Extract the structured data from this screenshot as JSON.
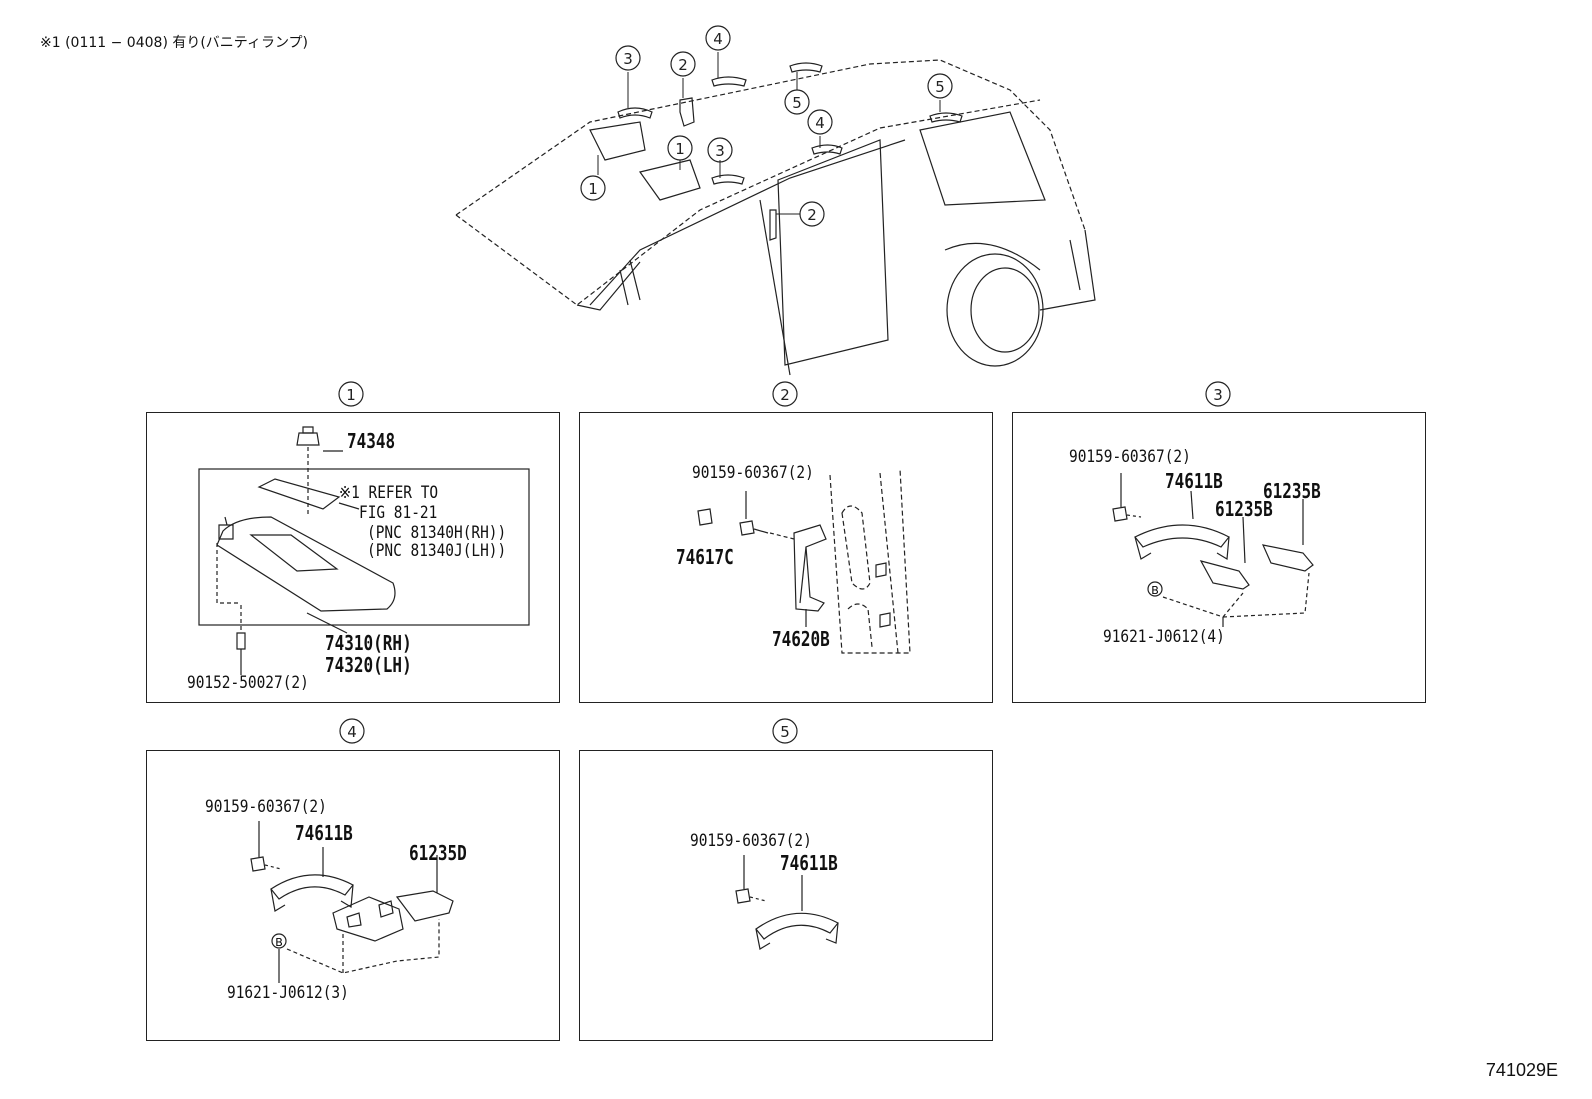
{
  "header_note": "※1 (0111 − 0408) 有り(バニティランプ)",
  "figure_number": "741029E",
  "callouts": [
    "1",
    "2",
    "3",
    "4",
    "5"
  ],
  "panels": [
    {
      "id": "1",
      "labels": {
        "clip": "74348",
        "refer1": "※1 REFER TO",
        "refer2": "FIG 81-21",
        "refer3": "(PNC 81340H(RH))",
        "refer4": "(PNC 81340J(LH))",
        "visor_rh": "74310(RH)",
        "visor_lh": "74320(LH)",
        "screw": "90152-50027(2)"
      }
    },
    {
      "id": "2",
      "labels": {
        "screw": "90159-60367(2)",
        "cap": "74617C",
        "grip": "74620B"
      }
    },
    {
      "id": "3",
      "labels": {
        "screw": "90159-60367(2)",
        "grip": "74611B",
        "bracket_a": "61235B",
        "bracket_b": "61235B",
        "rivet": "91621-J0612(4)",
        "mark": "B"
      }
    },
    {
      "id": "4",
      "labels": {
        "screw": "90159-60367(2)",
        "grip": "74611B",
        "bracket": "61235D",
        "rivet": "91621-J0612(3)",
        "mark": "B"
      }
    },
    {
      "id": "5",
      "labels": {
        "screw": "90159-60367(2)",
        "grip": "74611B"
      }
    }
  ]
}
